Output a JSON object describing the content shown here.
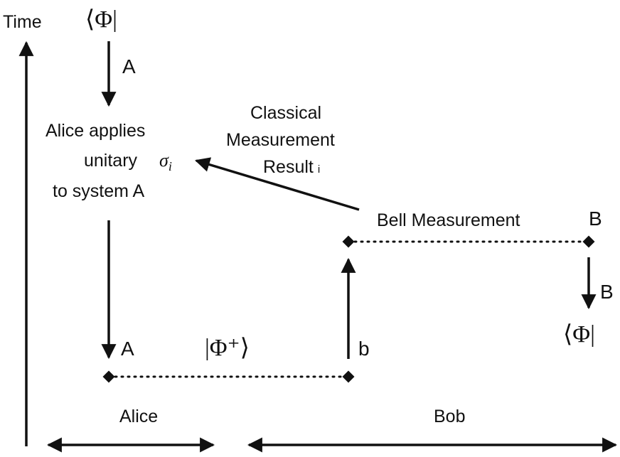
{
  "axis": {
    "time_label": "Time"
  },
  "states": {
    "bra_top_alice": "⟨Φ|",
    "bra_bottom_bob": "⟨Φ|",
    "bell_pair": "|Φ⁺⟩"
  },
  "labels": {
    "alice_top_A": "A",
    "alice_bottom_A": "A",
    "bob_right_B_top": "B",
    "bob_right_B_arrow": "B",
    "bob_b": "b"
  },
  "alice_block": {
    "line1": "Alice applies",
    "line2_prefix": "unitary",
    "sigma": "σ",
    "sigma_sub": "i",
    "line3": "to system A"
  },
  "classical": {
    "line1": "Classical",
    "line2": "Measurement",
    "line3_main": "Result",
    "line3_sub": "i"
  },
  "bell_measurement": "Bell Measurement",
  "parties": {
    "alice": "Alice",
    "bob": "Bob"
  }
}
